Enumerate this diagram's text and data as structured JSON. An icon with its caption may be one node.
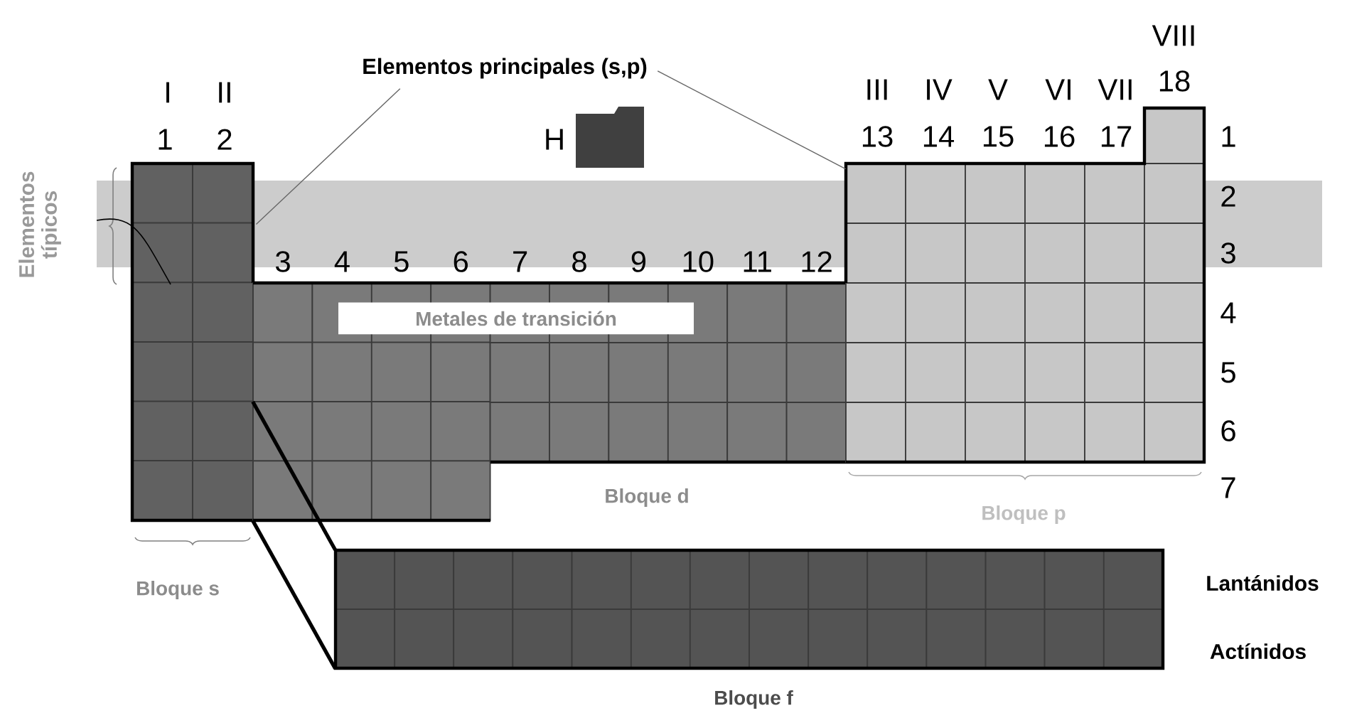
{
  "diagram": {
    "nodes": [
      {
        "text": [
          "Elementos principales (s,p)"
        ]
      },
      {
        "text": [],
        "shape": "box",
        "beside": [
          "Bloque s"
        ]
      },
      {
        "text": [
          "Metales de transición",
          "Bloque d"
        ]
      },
      {
        "text": [],
        "shape": "box",
        "beside": [
          "Bloque p"
        ]
      },
      {
        "text": [],
        "shape": "box",
        "beside": [
          "Bloque f"
        ]
      },
      {
        "text": [],
        "shape": "box",
        "beside": [
          "H"
        ]
      }
    ],
    "edges": [
      {
        "from": 0,
        "to": 1,
        "arrow": "none"
      },
      {
        "from": 0,
        "to": 3,
        "arrow": "none"
      },
      {
        "from": 2,
        "to": 4,
        "arrow": "none",
        "style": "thick",
        "color": "#000000"
      },
      {
        "from": 2,
        "to": 4,
        "arrow": "none",
        "style": "thick",
        "color": "#000000"
      }
    ],
    "labels": [
      "I",
      "II",
      "1",
      "2",
      "VIII",
      "18",
      "III",
      "IV",
      "V",
      "VI",
      "VII",
      "13",
      "14",
      "15",
      "16",
      "17",
      "1",
      "2",
      "3",
      "4",
      "5",
      "6",
      "7",
      "Elementos típicos",
      "3",
      "4",
      "5",
      "6",
      "7",
      "8",
      "9",
      "10",
      "11",
      "12",
      "Lantánidos",
      "Actínidos"
    ]
  }
}
